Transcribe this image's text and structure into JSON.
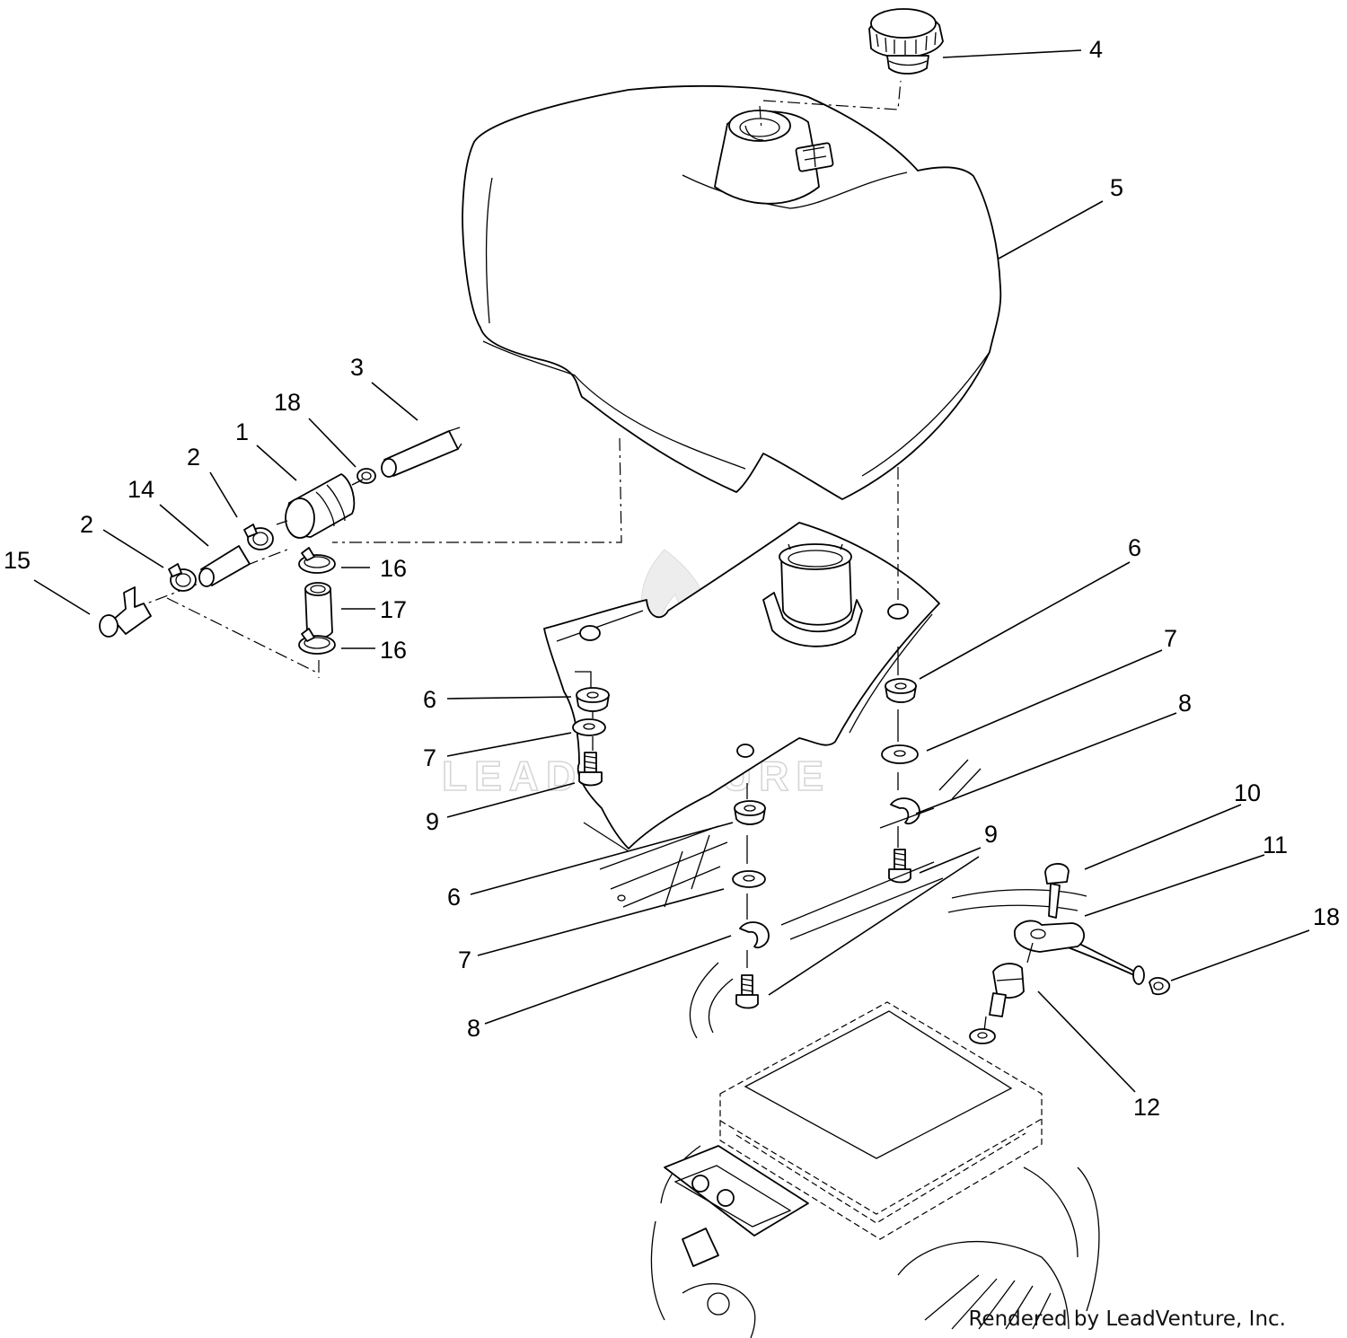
{
  "diagram": {
    "callouts": [
      {
        "id": "c1",
        "label": "1"
      },
      {
        "id": "c2a",
        "label": "2"
      },
      {
        "id": "c2b",
        "label": "2"
      },
      {
        "id": "c3",
        "label": "3"
      },
      {
        "id": "c4",
        "label": "4"
      },
      {
        "id": "c5",
        "label": "5"
      },
      {
        "id": "c6a",
        "label": "6"
      },
      {
        "id": "c6b",
        "label": "6"
      },
      {
        "id": "c6c",
        "label": "6"
      },
      {
        "id": "c7a",
        "label": "7"
      },
      {
        "id": "c7b",
        "label": "7"
      },
      {
        "id": "c7c",
        "label": "7"
      },
      {
        "id": "c8a",
        "label": "8"
      },
      {
        "id": "c8b",
        "label": "8"
      },
      {
        "id": "c9a",
        "label": "9"
      },
      {
        "id": "c9b",
        "label": "9"
      },
      {
        "id": "c10",
        "label": "10"
      },
      {
        "id": "c11",
        "label": "11"
      },
      {
        "id": "c12",
        "label": "12"
      },
      {
        "id": "c14",
        "label": "14"
      },
      {
        "id": "c15",
        "label": "15"
      },
      {
        "id": "c16a",
        "label": "16"
      },
      {
        "id": "c16b",
        "label": "16"
      },
      {
        "id": "c17",
        "label": "17"
      },
      {
        "id": "c18a",
        "label": "18"
      },
      {
        "id": "c18b",
        "label": "18"
      }
    ]
  },
  "watermark": {
    "text": "LEADVENTURE"
  },
  "credit": "Rendered by LeadVenture, Inc."
}
